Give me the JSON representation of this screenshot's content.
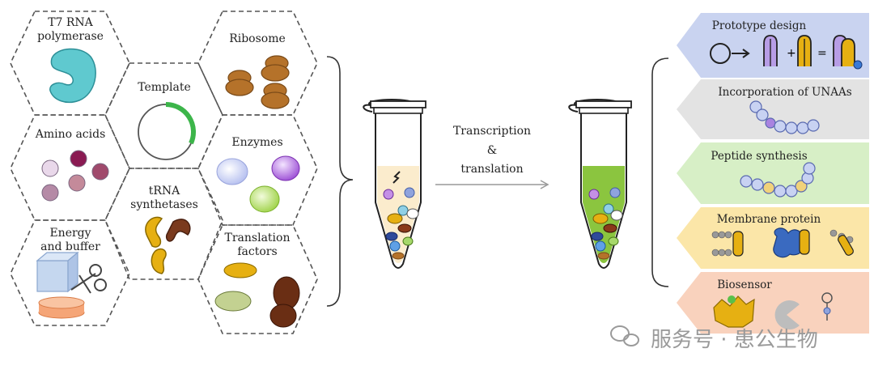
{
  "hexagons": {
    "t7": "T7 RNA polymerase",
    "amino_acids": "Amino acids",
    "energy": "Energy and buffer",
    "template": "Template",
    "trna": "tRNA synthetases",
    "ribosome": "Ribosome",
    "enzymes": "Enzymes",
    "translation": "Translation factors"
  },
  "process": {
    "line1": "Transcription",
    "line2": "&",
    "line3": "translation"
  },
  "applications": [
    {
      "label": "Prototype design",
      "color": "#c9d3f0"
    },
    {
      "label": "Incorporation of UNAAs",
      "color": "#e3e3e3"
    },
    {
      "label": "Peptide synthesis",
      "color": "#d7efc6"
    },
    {
      "label": "Membrane protein",
      "color": "#fbe6a8"
    },
    {
      "label": "Biosensor",
      "color": "#f9d2bd"
    }
  ],
  "watermark": "服务号 · 患公生物",
  "colors": {
    "t7": "#5fc9cf",
    "template_arc": "#3cb54a",
    "ribosome": "#b5722a",
    "tube_fill_before": "#fbeccd",
    "tube_fill_after": "#8bc53f",
    "trna": "#e6b012"
  }
}
